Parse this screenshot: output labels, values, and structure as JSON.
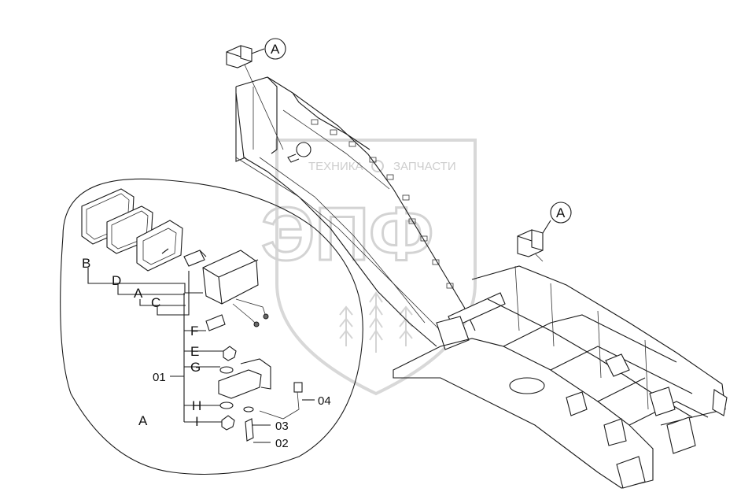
{
  "watermark": {
    "top_text": "ТЕХНИКА",
    "top_text_2": "ЗАПЧАСТИ",
    "logo_letters": "ЭПФ"
  },
  "callouts": {
    "ref_top": "A",
    "ref_right": "A",
    "detail_label": "A"
  },
  "parts": {
    "B": "B",
    "D": "D",
    "A": "A",
    "C": "C",
    "F": "F",
    "E": "E",
    "G": "G",
    "group_01": "01",
    "H": "H",
    "I": "I",
    "p04": "04",
    "p03": "03",
    "p02": "02"
  }
}
